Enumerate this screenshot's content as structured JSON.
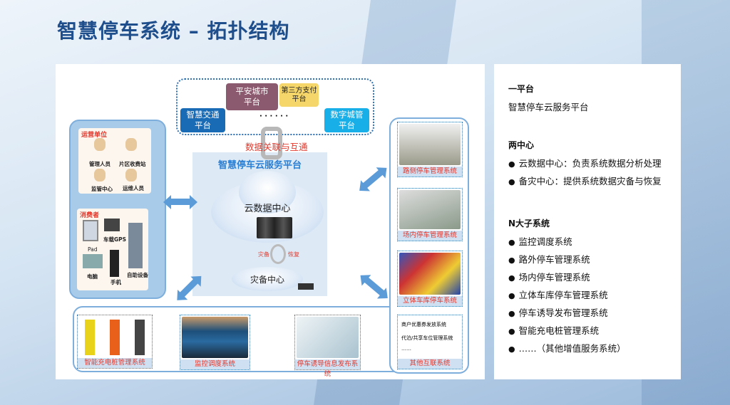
{
  "title": "智慧停车系统 – 拓扑结构",
  "diagram": {
    "external_platforms": [
      "平安城市平台",
      "第三方支付平台",
      "智慧交通平台",
      "数字城管平台"
    ],
    "platform_labels": {
      "pingan": [
        "平安城市",
        "平台"
      ],
      "pay": [
        "第三方支付",
        "平台"
      ],
      "traffic": [
        "智慧交通",
        "平台"
      ],
      "city": [
        "数字城管",
        "平台"
      ]
    },
    "ellipsis": "· · · · · ·",
    "link_label": "数据关联与互通",
    "core_title": "智慧停车云服务平台",
    "cloud_center": "云数据中心",
    "backup_label": "灾备",
    "restore_label": "恢复",
    "backup_center": "灾备中心",
    "operator": {
      "title": "运营单位",
      "items": [
        "管理人员",
        "片区收费站",
        "监管中心",
        "运维人员"
      ]
    },
    "consumer": {
      "title": "消费者",
      "items": [
        "Pad",
        "车载GPS",
        "电脑",
        "手机",
        "自助设备"
      ]
    },
    "right_systems": [
      "路侧停车管理系统",
      "场内停车管理系统",
      "立体车库停车系统",
      "其他互联系统"
    ],
    "other_items": [
      "商户优惠券发放系统",
      "代泊/共享车位管理系统",
      "……"
    ],
    "bottom_systems": [
      "智能充电桩管理系统",
      "监控调度系统",
      "停车诱导信息发布系统"
    ]
  },
  "side": {
    "s1_title": "一平台",
    "s1_items": [
      "智慧停车云服务平台"
    ],
    "s2_title": "两中心",
    "s2_items": [
      "云数据中心：负责系统数据分析处理",
      "备灾中心：提供系统数据灾备与恢复"
    ],
    "s3_title": "N大子系统",
    "s3_items": [
      "监控调度系统",
      "路外停车管理系统",
      "场内停车管理系统",
      "立体车库停车管理系统",
      "停车诱导发布管理系统",
      "智能充电桩管理系统",
      "……（其他增值服务系统）"
    ]
  },
  "colors": {
    "title": "#1f4e8c",
    "accent_blue": "#2a7fd4",
    "red": "#e23a2e",
    "pingan": "#8c5a6e",
    "pay": "#f5d66a",
    "traffic": "#1a6bb5",
    "city": "#18aee8"
  }
}
